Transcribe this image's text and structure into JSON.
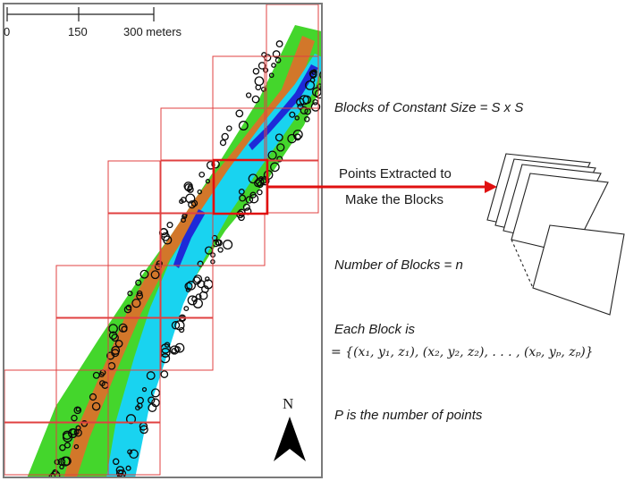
{
  "scale_bar": {
    "ticks": [
      "0",
      "150",
      "300 meters"
    ]
  },
  "north_label": "N",
  "labels": {
    "block_size": "Blocks of Constant Size = S x S",
    "extract_line1": "Points Extracted to",
    "extract_line2": "Make the Blocks",
    "num_blocks": "Number of Blocks = n",
    "each_block": "Each Block is",
    "formula": "= {(x₁, y₁, z₁), (x₂, y₂, z₂), . . . , (xₚ, yₚ, zₚ)}",
    "points_def": "P is the number of points"
  },
  "colors": {
    "frame": "#7a7a7a",
    "block_outline": "#e04040",
    "arrow": "#e01010",
    "ground": "#44d62c",
    "soil": "#d2772a",
    "water": "#19d3f0",
    "deep_water": "#1e2ad8",
    "trees": "#0a0a0a"
  }
}
